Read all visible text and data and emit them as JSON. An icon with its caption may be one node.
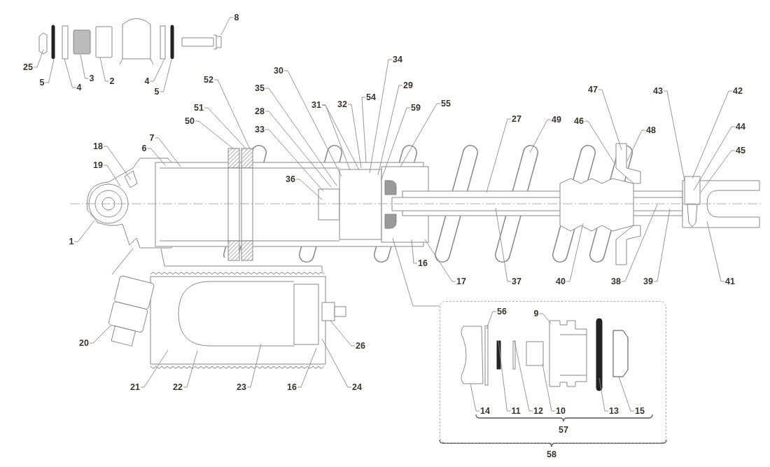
{
  "diagram": {
    "nodes": [
      {
        "text": [
          "8"
        ]
      },
      {
        "text": [
          "25"
        ]
      },
      {
        "text": [
          "5"
        ]
      },
      {
        "text": [
          "4"
        ]
      },
      {
        "text": [
          "3"
        ]
      },
      {
        "text": [
          "2"
        ]
      },
      {
        "text": [
          "4"
        ]
      },
      {
        "text": [
          "5"
        ]
      },
      {
        "text": [
          "34"
        ]
      },
      {
        "text": [
          "30"
        ]
      },
      {
        "text": [
          "52"
        ]
      },
      {
        "text": [
          "29"
        ]
      },
      {
        "text": [
          "35"
        ]
      },
      {
        "text": [
          "47"
        ]
      },
      {
        "text": [
          "43"
        ]
      },
      {
        "text": [
          "42"
        ]
      },
      {
        "text": [
          "54"
        ]
      },
      {
        "text": [
          "55"
        ]
      },
      {
        "text": [
          "31"
        ]
      },
      {
        "text": [
          "32"
        ]
      },
      {
        "text": [
          "51"
        ]
      },
      {
        "text": [
          "59"
        ]
      },
      {
        "text": [
          "28"
        ]
      },
      {
        "text": [
          "27"
        ]
      },
      {
        "text": [
          "49"
        ]
      },
      {
        "text": [
          "46"
        ]
      },
      {
        "text": [
          "50"
        ]
      },
      {
        "text": [
          "44"
        ]
      },
      {
        "text": [
          "33"
        ]
      },
      {
        "text": [
          "48"
        ]
      },
      {
        "text": [
          "7"
        ]
      },
      {
        "text": [
          "18"
        ]
      },
      {
        "text": [
          "45"
        ]
      },
      {
        "text": [
          "6"
        ]
      },
      {
        "text": [
          "19"
        ]
      },
      {
        "text": [
          "36"
        ]
      },
      {
        "text": [
          "1"
        ]
      },
      {
        "text": [
          "16"
        ]
      },
      {
        "text": [
          "17"
        ]
      },
      {
        "text": [
          "37"
        ]
      },
      {
        "text": [
          "40"
        ]
      },
      {
        "text": [
          "38"
        ]
      },
      {
        "text": [
          "39"
        ]
      },
      {
        "text": [
          "41"
        ]
      },
      {
        "text": [
          "20"
        ]
      },
      {
        "text": [
          "26"
        ]
      },
      {
        "text": [
          "21"
        ]
      },
      {
        "text": [
          "22"
        ]
      },
      {
        "text": [
          "23"
        ]
      },
      {
        "text": [
          "16"
        ]
      },
      {
        "text": [
          "24"
        ]
      },
      {
        "text": [],
        "shape": "box"
      },
      {
        "text": [
          "56"
        ],
        "in": 51
      },
      {
        "text": [
          "9"
        ],
        "in": 51
      },
      {
        "text": [
          "14"
        ],
        "in": 51
      },
      {
        "text": [
          "11"
        ],
        "in": 51
      },
      {
        "text": [
          "12"
        ],
        "in": 51
      },
      {
        "text": [
          "10"
        ],
        "in": 51
      },
      {
        "text": [
          "13"
        ],
        "in": 51
      },
      {
        "text": [
          "15"
        ],
        "in": 51
      }
    ],
    "edges": [
      {
        "from": 0,
        "to": null,
        "arrow": "none"
      },
      {
        "from": 1,
        "to": null,
        "arrow": "none"
      },
      {
        "from": 2,
        "to": null,
        "arrow": "none"
      },
      {
        "from": 3,
        "to": null,
        "arrow": "none"
      },
      {
        "from": 4,
        "to": null,
        "arrow": "none"
      },
      {
        "from": 5,
        "to": null,
        "arrow": "none"
      },
      {
        "from": 6,
        "to": null,
        "arrow": "none"
      },
      {
        "from": 7,
        "to": null,
        "arrow": "none"
      },
      {
        "from": 8,
        "to": null,
        "arrow": "none"
      },
      {
        "from": 9,
        "to": null,
        "arrow": "none"
      },
      {
        "from": 10,
        "to": null,
        "arrow": "none"
      },
      {
        "from": 11,
        "to": null,
        "arrow": "none"
      },
      {
        "from": 12,
        "to": null,
        "arrow": "none"
      },
      {
        "from": 13,
        "to": null,
        "arrow": "none"
      },
      {
        "from": 14,
        "to": null,
        "arrow": "none"
      },
      {
        "from": 15,
        "to": null,
        "arrow": "none"
      },
      {
        "from": 16,
        "to": null,
        "arrow": "none"
      },
      {
        "from": 17,
        "to": null,
        "arrow": "none"
      },
      {
        "from": 18,
        "to": null,
        "arrow": "none"
      },
      {
        "from": 18,
        "to": null,
        "arrow": "none"
      },
      {
        "from": 19,
        "to": null,
        "arrow": "none"
      },
      {
        "from": 20,
        "to": null,
        "arrow": "none"
      },
      {
        "from": 21,
        "to": null,
        "arrow": "none"
      },
      {
        "from": 22,
        "to": null,
        "arrow": "none"
      },
      {
        "from": 23,
        "to": null,
        "arrow": "none"
      },
      {
        "from": 24,
        "to": null,
        "arrow": "none"
      },
      {
        "from": 25,
        "to": null,
        "arrow": "none"
      },
      {
        "from": 26,
        "to": null,
        "arrow": "none"
      },
      {
        "from": 27,
        "to": null,
        "arrow": "none"
      },
      {
        "from": 28,
        "to": null,
        "arrow": "none"
      },
      {
        "from": 29,
        "to": null,
        "arrow": "none"
      },
      {
        "from": 30,
        "to": null,
        "arrow": "none"
      },
      {
        "from": 31,
        "to": null,
        "arrow": "none"
      },
      {
        "from": 32,
        "to": null,
        "arrow": "none"
      },
      {
        "from": 33,
        "to": null,
        "arrow": "none"
      },
      {
        "from": 34,
        "to": null,
        "arrow": "none"
      },
      {
        "from": 35,
        "to": null,
        "arrow": "none"
      },
      {
        "from": 36,
        "to": null,
        "arrow": "none"
      },
      {
        "from": 37,
        "to": null,
        "arrow": "none"
      },
      {
        "from": 38,
        "to": null,
        "arrow": "none"
      },
      {
        "from": 39,
        "to": null,
        "arrow": "none"
      },
      {
        "from": 40,
        "to": null,
        "arrow": "none"
      },
      {
        "from": 41,
        "to": null,
        "arrow": "none"
      },
      {
        "from": 42,
        "to": null,
        "arrow": "none"
      },
      {
        "from": 43,
        "to": null,
        "arrow": "none"
      },
      {
        "from": 44,
        "to": null,
        "arrow": "none"
      },
      {
        "from": 45,
        "to": null,
        "arrow": "none"
      },
      {
        "from": 46,
        "to": null,
        "arrow": "none"
      },
      {
        "from": 47,
        "to": null,
        "arrow": "none"
      },
      {
        "from": 48,
        "to": null,
        "arrow": "none"
      },
      {
        "from": 49,
        "to": null,
        "arrow": "none"
      },
      {
        "from": 50,
        "to": null,
        "arrow": "none"
      },
      {
        "from": null,
        "to": 51,
        "arrow": "none"
      },
      {
        "from": 52,
        "to": null,
        "arrow": "none"
      },
      {
        "from": 53,
        "to": null,
        "arrow": "none"
      },
      {
        "from": 54,
        "to": null,
        "arrow": "none"
      },
      {
        "from": 55,
        "to": null,
        "arrow": "none"
      },
      {
        "from": 56,
        "to": null,
        "arrow": "none"
      },
      {
        "from": 57,
        "to": null,
        "arrow": "none"
      },
      {
        "from": 58,
        "to": null,
        "arrow": "none"
      },
      {
        "from": 59,
        "to": null,
        "arrow": "none"
      }
    ],
    "labels": [
      "57",
      "58"
    ]
  }
}
